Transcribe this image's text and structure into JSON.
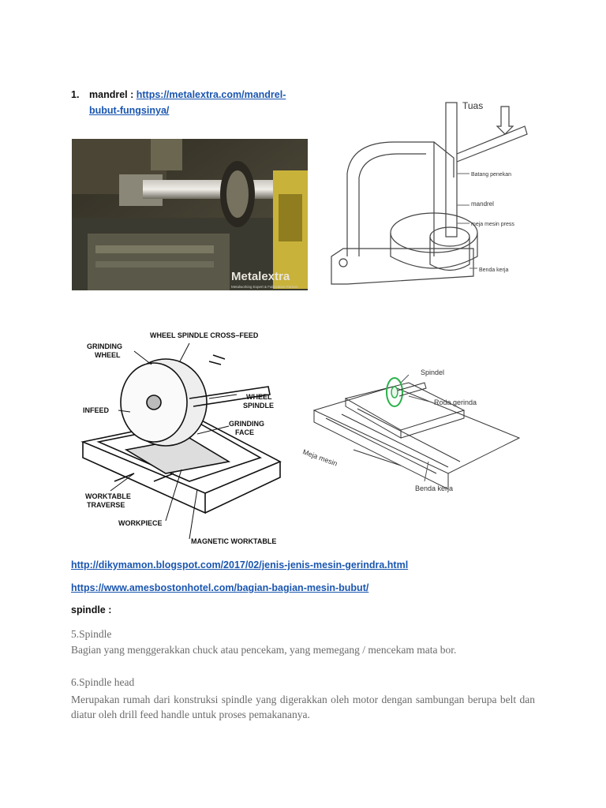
{
  "item1": {
    "number": "1.",
    "label": "mandrel : ",
    "url_part1": "https://metalextra.com/mandrel-",
    "url_part2": "bubut-fungsinya/"
  },
  "photo": {
    "watermark": "Metalextra",
    "watermark_sub": "Metalworking Expert & Fabrication Partner"
  },
  "press_diagram": {
    "labels": [
      "Tuas",
      "Batang penekan",
      "mandrel",
      "meja mesin press",
      "Benda kerja"
    ]
  },
  "grinder_diagram": {
    "labels": [
      "GRINDING",
      "WHEEL",
      "WHEEL SPINDLE CROSS–FEED",
      "WHEEL",
      "SPINDLE",
      "INFEED",
      "GRINDING",
      "FACE",
      "WORKTABLE",
      "TRAVERSE",
      "WORKPIECE",
      "MAGNETIC WORKTABLE"
    ]
  },
  "sketch_diagram": {
    "labels": [
      "Spindel",
      "Roda gerinda",
      "Meja mesin",
      "Benda kerja"
    ]
  },
  "links": {
    "url1": "http://dikymamon.blogspot.com/2017/02/jenis-jenis-mesin-gerindra.html",
    "url2": "https://www.amesbostonhotel.com/bagian-bagian-mesin-bubut/"
  },
  "spindle_heading": "spindle :",
  "section5": {
    "title": "5.Spindle",
    "text": "Bagian yang menggerakkan chuck atau pencekam, yang memegang / mencekam mata bor."
  },
  "section6": {
    "title": "6.Spindle head",
    "text": "Merupakan rumah dari konstruksi spindle yang digerakkan oleh motor dengan sambungan berupa belt dan diatur oleh drill feed handle untuk proses pemakananya."
  }
}
